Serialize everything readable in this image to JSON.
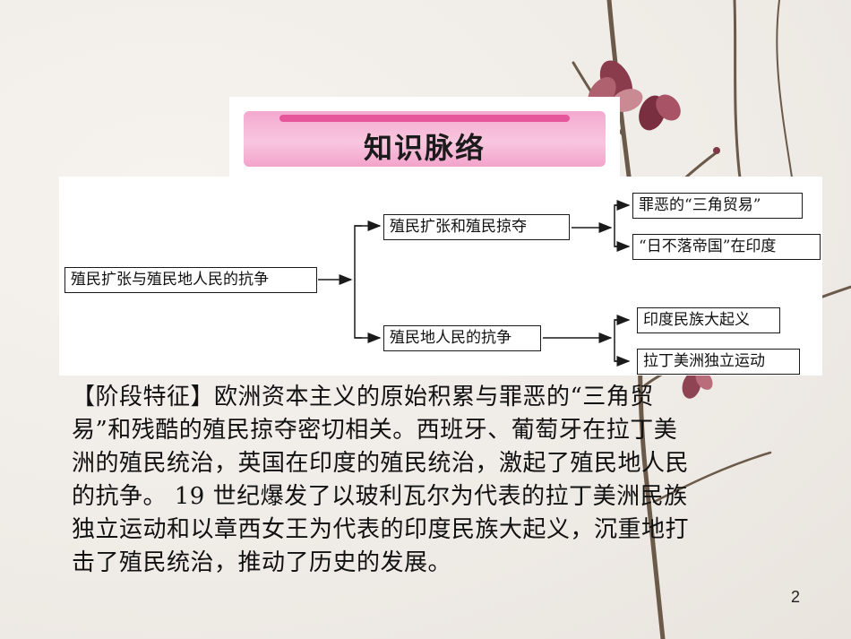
{
  "title": "知识脉络",
  "diagram": {
    "root": "殖民扩张与殖民地人民的抗争",
    "branch_top": "殖民扩张和殖民掠夺",
    "branch_bottom": "殖民地人民的抗争",
    "leaf_1": "罪恶的“三角贸易”",
    "leaf_2": "“日不落帝国”在印度",
    "leaf_3": "印度民族大起义",
    "leaf_4": "拉丁美洲独立运动"
  },
  "body": {
    "line_1": "【阶段特征】欧洲资本主义的原始积累与罪恶的“三角贸",
    "line_2": "易”和残酷的殖民掠夺密切相关。西班牙、葡萄牙在拉丁美",
    "line_3": "洲的殖民统治，英国在印度的殖民统治，激起了殖民地人民",
    "line_4": "的抗争。 19 世纪爆发了以玻利瓦尔为代表的拉丁美洲民族",
    "line_5": "独立运动和以章西女王为代表的印度民族大起义，沉重地打",
    "line_6": "击了殖民统治，推动了历史的发展。"
  },
  "page_number": "2",
  "colors": {
    "banner_pink": "#f4a9cf",
    "banner_stripe": "#e5579a",
    "background": "#f1eeea"
  }
}
